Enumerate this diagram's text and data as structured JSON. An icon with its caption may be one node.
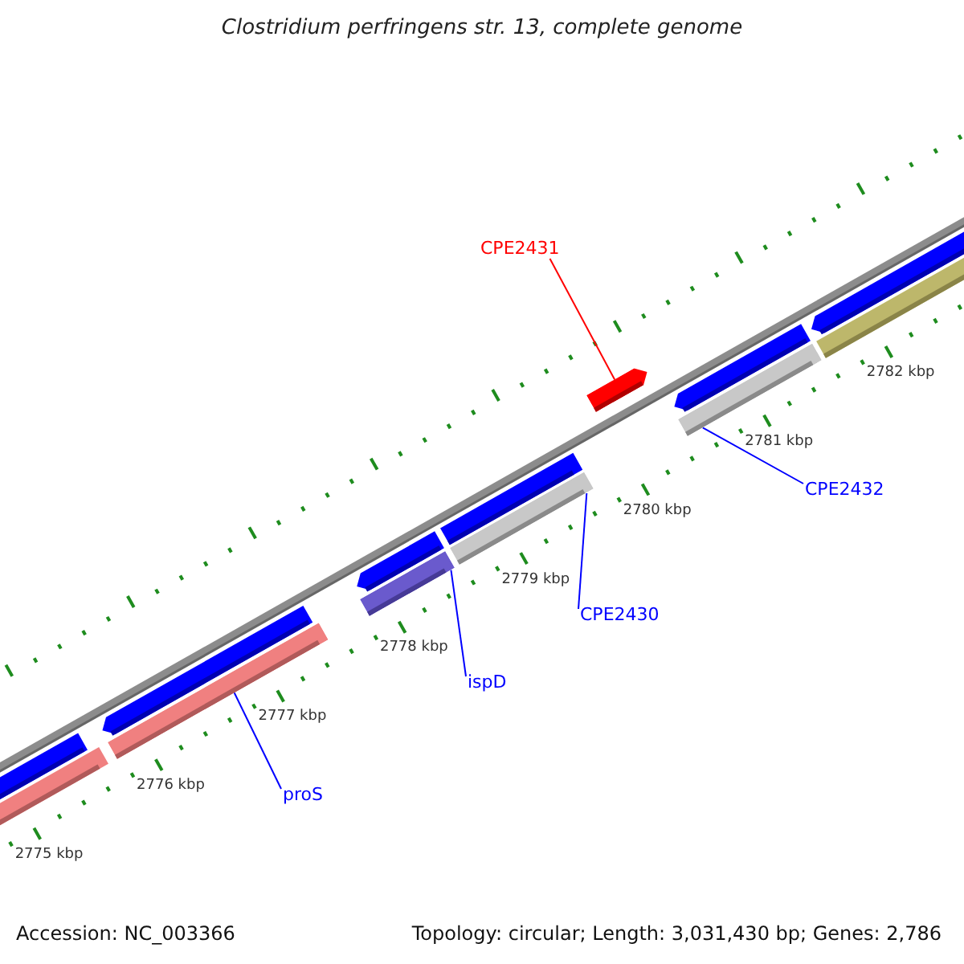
{
  "diagram": {
    "title": "Clostridium perfringens str. 13, complete genome",
    "nodes": [
      {
        "text": [
          "CPE2431"
        ]
      },
      {
        "text": [],
        "shape": "arrow"
      },
      {
        "text": [],
        "shape": "bar"
      },
      {
        "text": [
          "CPE2432"
        ]
      },
      {
        "text": [],
        "shape": "bar"
      },
      {
        "text": [],
        "shape": "bar"
      },
      {
        "text": [
          "CPE2430"
        ]
      },
      {
        "text": [
          "ispD"
        ]
      },
      {
        "text": [],
        "shape": "bar"
      },
      {
        "text": [
          "proS"
        ]
      }
    ],
    "edges": [
      {
        "from": 0,
        "to": 1,
        "arrow": "none",
        "color": "#ff0000"
      },
      {
        "from": 3,
        "to": 2,
        "arrow": "none"
      },
      {
        "from": 6,
        "to": 4,
        "arrow": "none"
      },
      {
        "from": 7,
        "to": 5,
        "arrow": "none"
      },
      {
        "from": 9,
        "to": 8,
        "arrow": "none"
      }
    ],
    "labels": [
      "2775 kbp",
      "2776 kbp",
      "2777 kbp",
      "2778 kbp",
      "2779 kbp",
      "2780 kbp",
      "2781 kbp",
      "2782 kbp",
      "Accession: NC_003366",
      "Topology: circular; Length: 3,031,430 bp; Genes: 2,786"
    ]
  }
}
